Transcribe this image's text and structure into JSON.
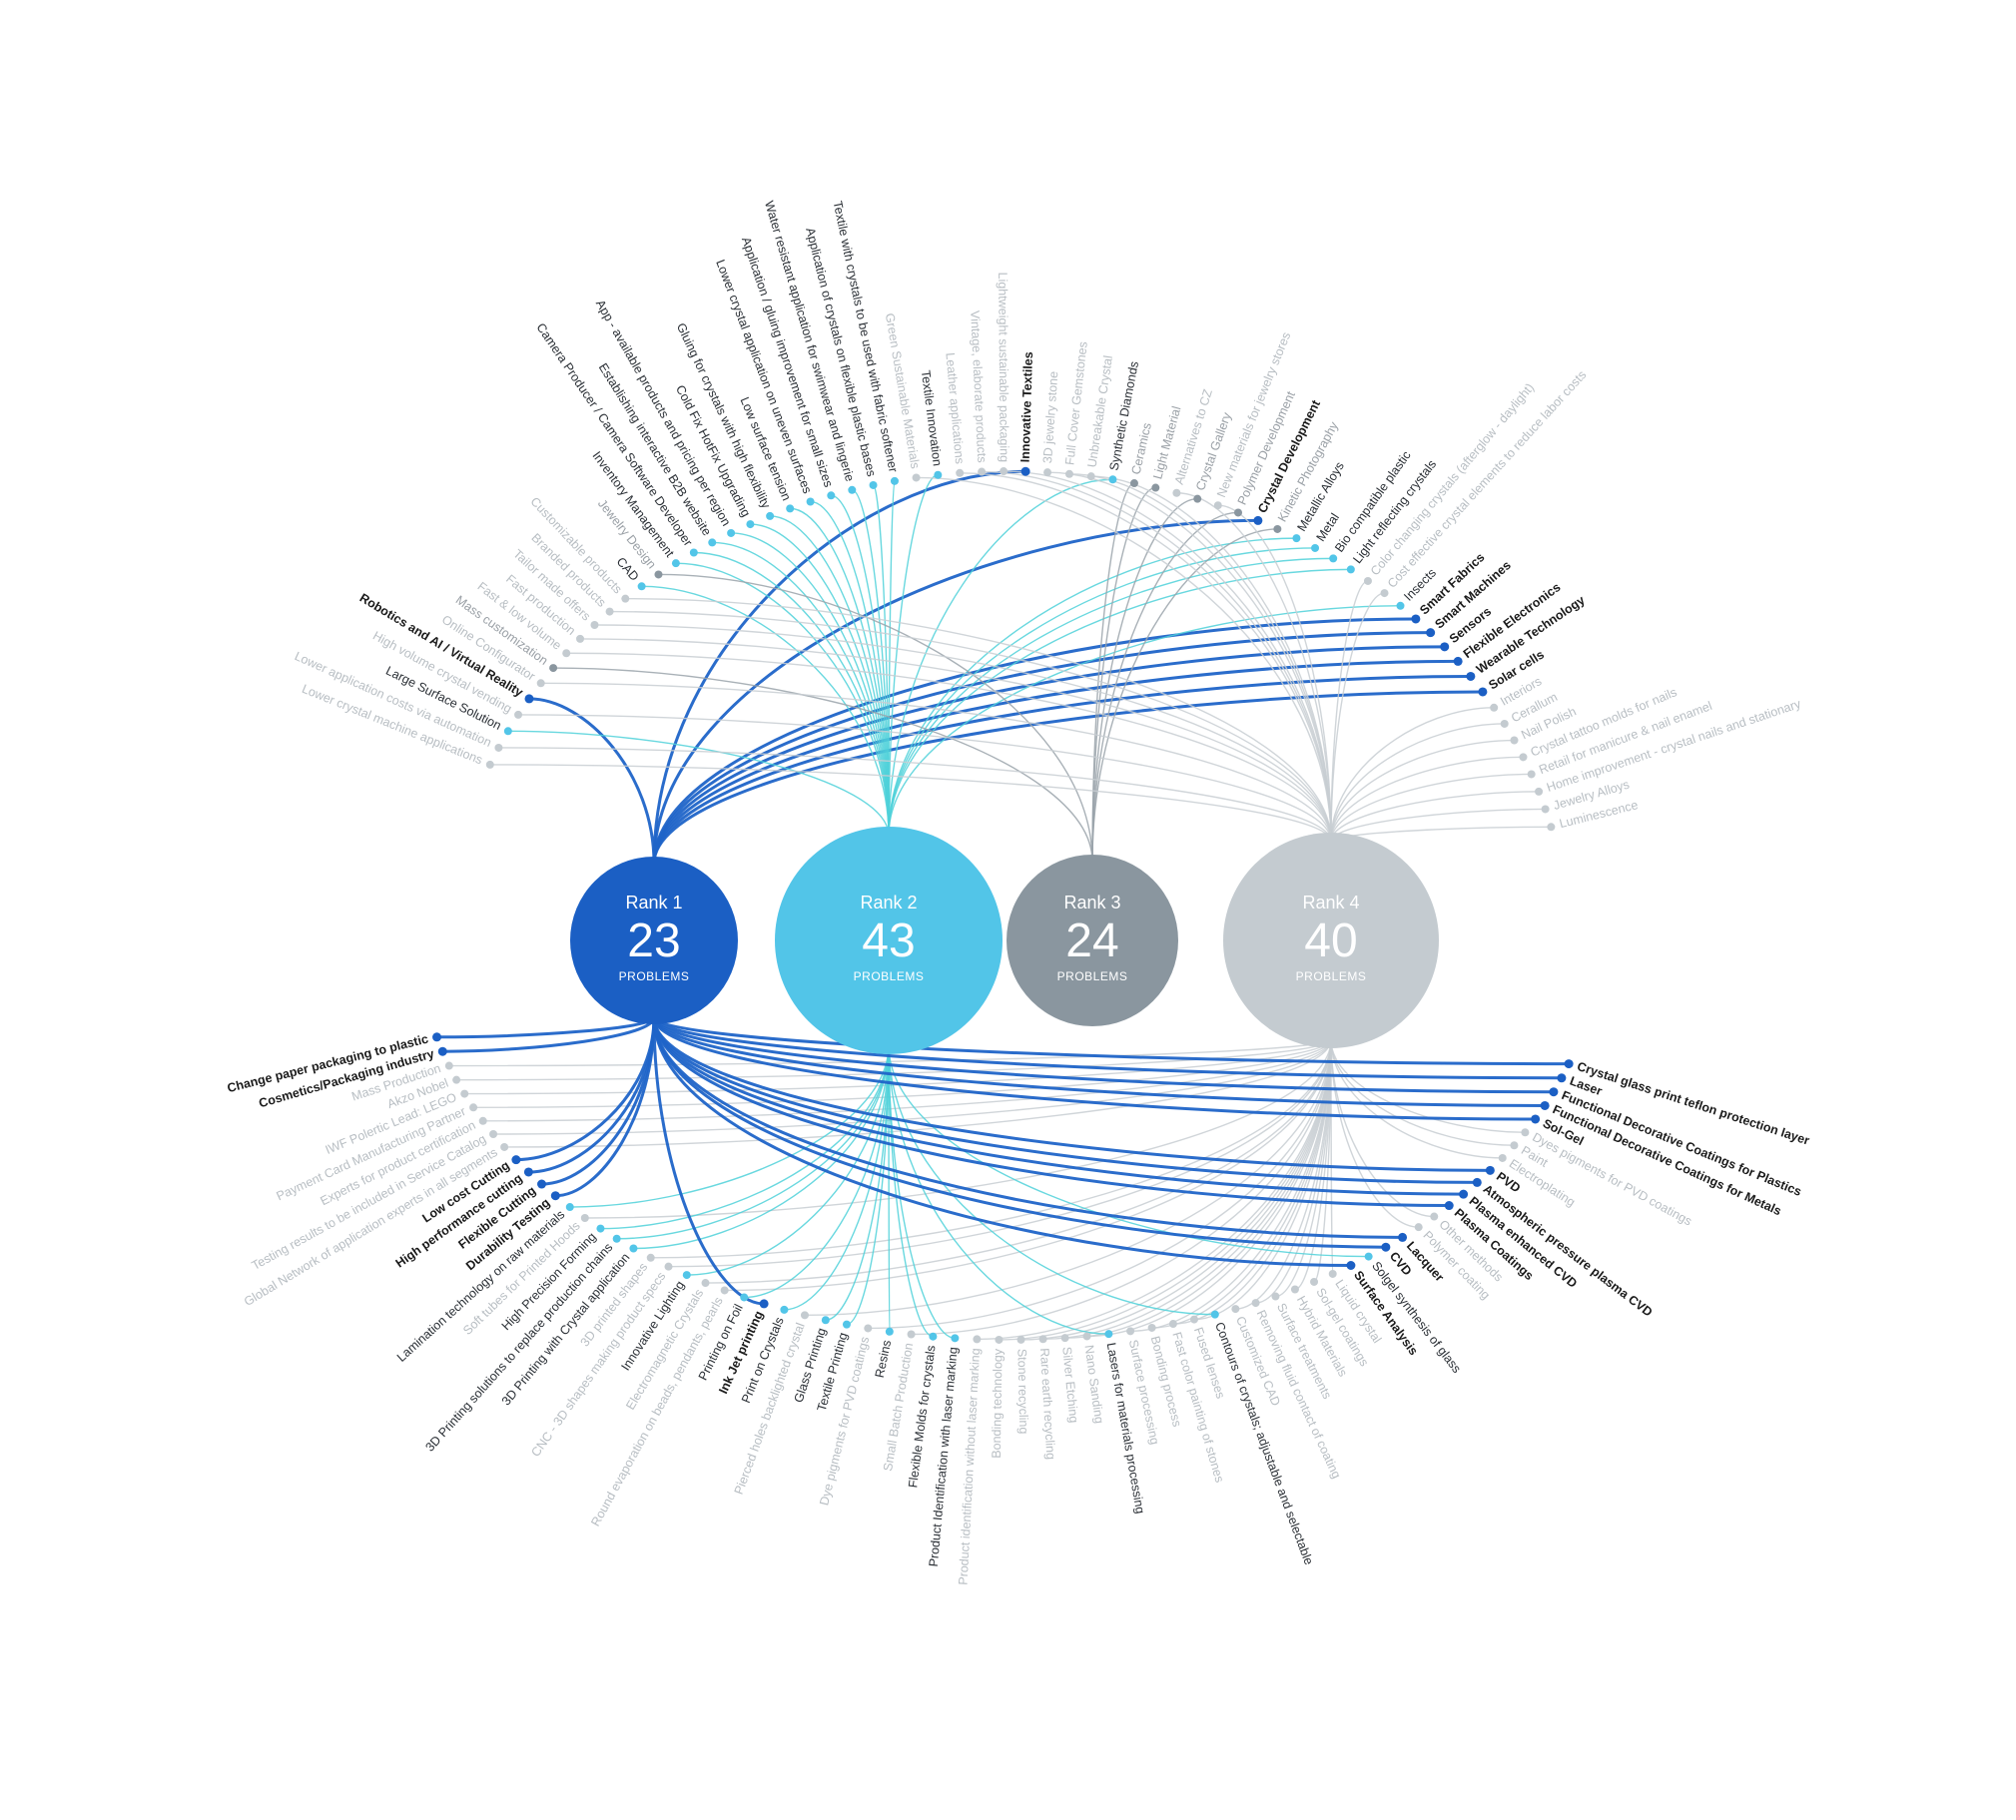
{
  "colors": {
    "rank1": "#1b5fc4",
    "rank2": "#52c5e8",
    "rank3": "#8a969f",
    "rank4": "#c4cbd0",
    "rank1_link": "#1f64c8",
    "rank2_link": "#4fd1d9",
    "rank3_link": "#9aa3aa",
    "rank4_link": "#c8ced2",
    "label_bold": "#1a1a1a",
    "label_rank2": "#2a2f35",
    "label_rank3": "#9aa0a6",
    "label_rank4": "#b8bec3"
  },
  "hubs": [
    {
      "rank_label": "Rank 1",
      "count": "23",
      "unit": "PROBLEMS",
      "color_key": "rank1"
    },
    {
      "rank_label": "Rank 2",
      "count": "43",
      "unit": "PROBLEMS",
      "color_key": "rank2"
    },
    {
      "rank_label": "Rank 3",
      "count": "24",
      "unit": "PROBLEMS",
      "color_key": "rank3"
    },
    {
      "rank_label": "Rank 4",
      "count": "40",
      "unit": "PROBLEMS",
      "color_key": "rank4"
    }
  ],
  "top_leaves": [
    {
      "label": "Luminescence",
      "rank": 4
    },
    {
      "label": "Jewelry Alloys",
      "rank": 4
    },
    {
      "label": "Home improvement - crystal nails and stationary",
      "rank": 4
    },
    {
      "label": "Retail for manicure & nail enamel",
      "rank": 4
    },
    {
      "label": "Crystal tattoo molds for nails",
      "rank": 4
    },
    {
      "label": "Nail Polish",
      "rank": 4
    },
    {
      "label": "Cerallum",
      "rank": 4
    },
    {
      "label": "Interiors",
      "rank": 4
    },
    {
      "label": "Solar cells",
      "rank": 1
    },
    {
      "label": "Wearable Technology",
      "rank": 1
    },
    {
      "label": "Flexible Electronics",
      "rank": 1
    },
    {
      "label": "Sensors",
      "rank": 1
    },
    {
      "label": "Smart Machines",
      "rank": 1
    },
    {
      "label": "Smart Fabrics",
      "rank": 1
    },
    {
      "label": "Insects",
      "rank": 2
    },
    {
      "label": "Cost effective crystal elements to reduce labor costs",
      "rank": 4
    },
    {
      "label": "Color changing crystals (afterglow - daylight)",
      "rank": 4
    },
    {
      "label": "Light reflecting crystals",
      "rank": 2
    },
    {
      "label": "Bio compatible plastic",
      "rank": 2
    },
    {
      "label": "Metal",
      "rank": 2
    },
    {
      "label": "Metallic Alloys",
      "rank": 2
    },
    {
      "label": "Kinetic Photography",
      "rank": 3
    },
    {
      "label": "Crystal Development",
      "rank": 1
    },
    {
      "label": "Polymer Development",
      "rank": 3
    },
    {
      "label": "New materials for jewelry stores",
      "rank": 4
    },
    {
      "label": "Crystal Gallery",
      "rank": 3
    },
    {
      "label": "Alternatives to CZ",
      "rank": 4
    },
    {
      "label": "Light Material",
      "rank": 3
    },
    {
      "label": "Ceramics",
      "rank": 3
    },
    {
      "label": "Synthetic Diamonds",
      "rank": 2
    },
    {
      "label": "Unbreakable Crystal",
      "rank": 4
    },
    {
      "label": "Full Cover Gemstones",
      "rank": 4
    },
    {
      "label": "3D jewelry stone",
      "rank": 4
    },
    {
      "label": "Innovative Textiles",
      "rank": 1
    },
    {
      "label": "Lightweight sustainable packaging",
      "rank": 4
    },
    {
      "label": "Vintage, elaborate products",
      "rank": 4
    },
    {
      "label": "Leather applications",
      "rank": 4
    },
    {
      "label": "Textile Innovation",
      "rank": 2
    },
    {
      "label": "Green Sustainable Materials",
      "rank": 4
    },
    {
      "label": "Textile with crystals to be used with fabric softener",
      "rank": 2
    },
    {
      "label": "Application of crystals on flexible plastic bases",
      "rank": 2
    },
    {
      "label": "Water resistant application for swimwear and lingerie",
      "rank": 2
    },
    {
      "label": "Application / gluing improvement for small sizes",
      "rank": 2
    },
    {
      "label": "Lower crystal application on uneven surfaces",
      "rank": 2
    },
    {
      "label": "Low surface tension",
      "rank": 2
    },
    {
      "label": "Gluing for crystals with high flexibility",
      "rank": 2
    },
    {
      "label": "Cold Fix HotFix Upgrading",
      "rank": 2
    },
    {
      "label": "App - available products and pricing per region",
      "rank": 2
    },
    {
      "label": "Establishing interactive B2B website",
      "rank": 2
    },
    {
      "label": "Camera Producer / Camera Software Developer",
      "rank": 2
    },
    {
      "label": "Inventory Management",
      "rank": 2
    },
    {
      "label": "Jewelry Design",
      "rank": 3
    },
    {
      "label": "CAD",
      "rank": 2
    },
    {
      "label": "Customizable products",
      "rank": 4
    },
    {
      "label": "Branded products",
      "rank": 4
    },
    {
      "label": "Tailor made offers",
      "rank": 4
    },
    {
      "label": "Fast production",
      "rank": 4
    },
    {
      "label": "Fast & low volume",
      "rank": 4
    },
    {
      "label": "Mass customization",
      "rank": 3
    },
    {
      "label": "Online Configurator",
      "rank": 4
    },
    {
      "label": "Robotics and AI / Virtual Reality",
      "rank": 1
    },
    {
      "label": "High volume crystal vending",
      "rank": 4
    },
    {
      "label": "Large Surface Solution",
      "rank": 2
    },
    {
      "label": "Lower application costs via automation",
      "rank": 4
    },
    {
      "label": "Lower crystal machine applications",
      "rank": 4
    }
  ],
  "bottom_leaves": [
    {
      "label": "Change paper packaging to plastic",
      "rank": 1
    },
    {
      "label": "Cosmetics/Packaging industry",
      "rank": 1
    },
    {
      "label": "Mass Production",
      "rank": 4
    },
    {
      "label": "Akzo Nobel",
      "rank": 4
    },
    {
      "label": "IWF Polertic Lead: LEGO",
      "rank": 4
    },
    {
      "label": "Payment Card Manufacturing Partner",
      "rank": 4
    },
    {
      "label": "Experts for product certification",
      "rank": 4
    },
    {
      "label": "Testing results to be included in Service Catalog",
      "rank": 4
    },
    {
      "label": "Global Network of application experts in all segments",
      "rank": 4
    },
    {
      "label": "Low cost Cutting",
      "rank": 1
    },
    {
      "label": "High performance cutting",
      "rank": 1
    },
    {
      "label": "Flexible Cutting",
      "rank": 1
    },
    {
      "label": "Durability Testing",
      "rank": 1
    },
    {
      "label": "Lamination technology on raw materials",
      "rank": 2
    },
    {
      "label": "Soft tubes for Printed Hoods",
      "rank": 4
    },
    {
      "label": "High Precision Forming",
      "rank": 2
    },
    {
      "label": "3D Printing solutions to replace production chains",
      "rank": 2
    },
    {
      "label": "3D Printing with Crystal application",
      "rank": 2
    },
    {
      "label": "3D printed shapes",
      "rank": 4
    },
    {
      "label": "CNC - 3D shapes making product specs",
      "rank": 4
    },
    {
      "label": "Innovative Lighting",
      "rank": 2
    },
    {
      "label": "Electromagnetic Crystals",
      "rank": 4
    },
    {
      "label": "Round evaporation on beads, pendants, pearls",
      "rank": 4
    },
    {
      "label": "Printing on Foil",
      "rank": 2
    },
    {
      "label": "Ink Jet printing",
      "rank": 1
    },
    {
      "label": "Print on Crystals",
      "rank": 2
    },
    {
      "label": "Pierced holes backlighted crystal",
      "rank": 4
    },
    {
      "label": "Glass Printing",
      "rank": 2
    },
    {
      "label": "Textile Printing",
      "rank": 2
    },
    {
      "label": "Dye pigments for PVD coatings",
      "rank": 4
    },
    {
      "label": "Resins",
      "rank": 2
    },
    {
      "label": "Small Batch Production",
      "rank": 4
    },
    {
      "label": "Flexible Molds for crystals",
      "rank": 2
    },
    {
      "label": "Product Identification with laser marking",
      "rank": 2
    },
    {
      "label": "Product identification without laser marking",
      "rank": 4
    },
    {
      "label": "Bonding technology",
      "rank": 4
    },
    {
      "label": "Stone recycling",
      "rank": 4
    },
    {
      "label": "Rare earth recycling",
      "rank": 4
    },
    {
      "label": "Silver Etching",
      "rank": 4
    },
    {
      "label": "Nano Sanding",
      "rank": 4
    },
    {
      "label": "Lasers for materials processing",
      "rank": 2
    },
    {
      "label": "Surface processing",
      "rank": 4
    },
    {
      "label": "Bonding process",
      "rank": 4
    },
    {
      "label": "Fast color painting of stones",
      "rank": 4
    },
    {
      "label": "Fused lenses",
      "rank": 4
    },
    {
      "label": "Contours of crystals; adjustable and selectable",
      "rank": 2
    },
    {
      "label": "Customized CAD",
      "rank": 4
    },
    {
      "label": "Removing fluid contact of coating",
      "rank": 4
    },
    {
      "label": "Surface treatments",
      "rank": 4
    },
    {
      "label": "Hybrid Materials",
      "rank": 4
    },
    {
      "label": "Sol-gel coatings",
      "rank": 4
    },
    {
      "label": "Liquid crystal",
      "rank": 4
    },
    {
      "label": "Surface Analysis",
      "rank": 1
    },
    {
      "label": "Solgel synthesis of glass",
      "rank": 2
    },
    {
      "label": "CVD",
      "rank": 1
    },
    {
      "label": "Lacquer",
      "rank": 1
    },
    {
      "label": "Polymer coating",
      "rank": 4
    },
    {
      "label": "Other methods",
      "rank": 4
    },
    {
      "label": "Plasma Coatings",
      "rank": 1
    },
    {
      "label": "Plasma enhanced CVD",
      "rank": 1
    },
    {
      "label": "Atmospheric pressure plasma CVD",
      "rank": 1
    },
    {
      "label": "PVD",
      "rank": 1
    },
    {
      "label": "Electroplating",
      "rank": 4
    },
    {
      "label": "Paint",
      "rank": 4
    },
    {
      "label": "Dyes pigments for PVD coatings",
      "rank": 4
    },
    {
      "label": "Sol-Gel",
      "rank": 1
    },
    {
      "label": "Functional Decorative Coatings for Metals",
      "rank": 1
    },
    {
      "label": "Functional Decorative Coatings for Plastics",
      "rank": 1
    },
    {
      "label": "Laser",
      "rank": 1
    },
    {
      "label": "Crystal glass print teflon protection layer",
      "rank": 1
    }
  ]
}
